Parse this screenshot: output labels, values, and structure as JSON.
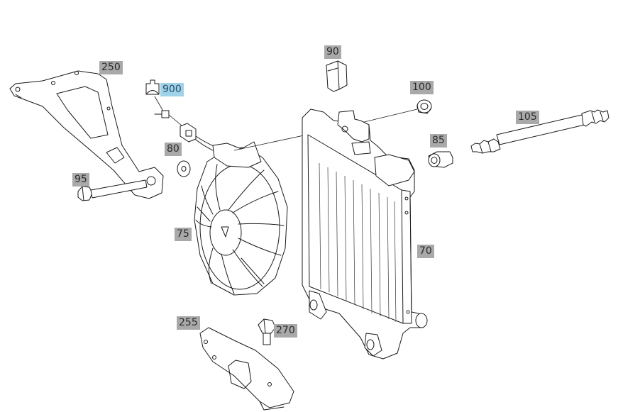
{
  "callouts": [
    {
      "id": "250",
      "label": "250",
      "active": false
    },
    {
      "id": "900",
      "label": "900",
      "active": true
    },
    {
      "id": "90",
      "label": "90",
      "active": false
    },
    {
      "id": "100",
      "label": "100",
      "active": false
    },
    {
      "id": "105",
      "label": "105",
      "active": false
    },
    {
      "id": "85",
      "label": "85",
      "active": false
    },
    {
      "id": "80",
      "label": "80",
      "active": false
    },
    {
      "id": "95",
      "label": "95",
      "active": false
    },
    {
      "id": "75",
      "label": "75",
      "active": false
    },
    {
      "id": "70",
      "label": "70",
      "active": false
    },
    {
      "id": "255",
      "label": "255",
      "active": false
    },
    {
      "id": "270",
      "label": "270",
      "active": false
    }
  ],
  "colors": {
    "callout_bg": "#a9a9a9",
    "callout_active_bg": "#9fd3ea",
    "line": "#1a1a1a"
  }
}
